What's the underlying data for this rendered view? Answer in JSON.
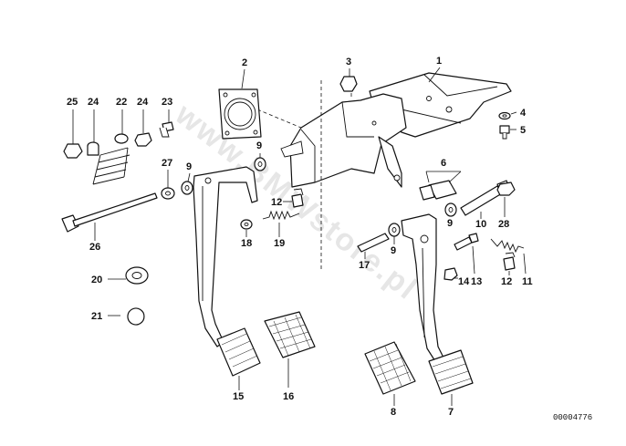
{
  "watermark": "www.BMWstore.pl",
  "catalog_number": "00004776",
  "callouts": [
    {
      "id": "1",
      "label": "1"
    },
    {
      "id": "2",
      "label": "2"
    },
    {
      "id": "3",
      "label": "3"
    },
    {
      "id": "4",
      "label": "4"
    },
    {
      "id": "5",
      "label": "5"
    },
    {
      "id": "6",
      "label": "6"
    },
    {
      "id": "7",
      "label": "7"
    },
    {
      "id": "8",
      "label": "8"
    },
    {
      "id": "9a",
      "label": "9"
    },
    {
      "id": "9b",
      "label": "9"
    },
    {
      "id": "9c",
      "label": "9"
    },
    {
      "id": "9d",
      "label": "9"
    },
    {
      "id": "10",
      "label": "10"
    },
    {
      "id": "11",
      "label": "11"
    },
    {
      "id": "12a",
      "label": "12"
    },
    {
      "id": "12b",
      "label": "12"
    },
    {
      "id": "13",
      "label": "13"
    },
    {
      "id": "14",
      "label": "14"
    },
    {
      "id": "15",
      "label": "15"
    },
    {
      "id": "16",
      "label": "16"
    },
    {
      "id": "17",
      "label": "17"
    },
    {
      "id": "18",
      "label": "18"
    },
    {
      "id": "19",
      "label": "19"
    },
    {
      "id": "20",
      "label": "20"
    },
    {
      "id": "21",
      "label": "21"
    },
    {
      "id": "22",
      "label": "22"
    },
    {
      "id": "23",
      "label": "23"
    },
    {
      "id": "24a",
      "label": "24"
    },
    {
      "id": "24b",
      "label": "24"
    },
    {
      "id": "25",
      "label": "25"
    },
    {
      "id": "26",
      "label": "26"
    },
    {
      "id": "27",
      "label": "27"
    },
    {
      "id": "28",
      "label": "28"
    }
  ]
}
